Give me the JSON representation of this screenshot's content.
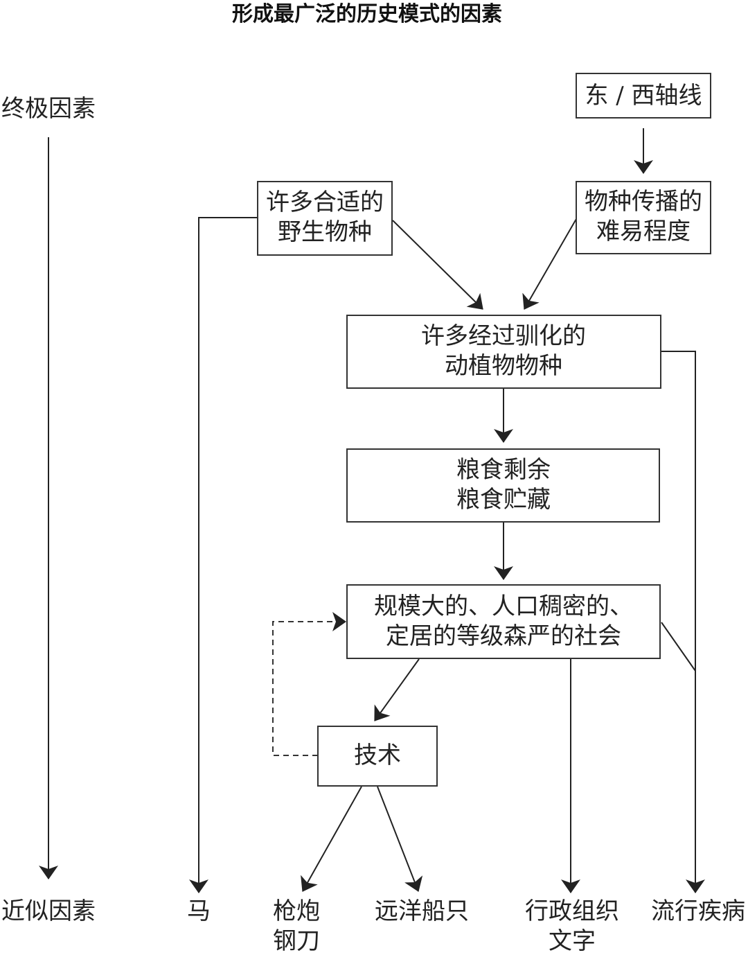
{
  "title": "形成最广泛的历史模式的因素",
  "scale": {
    "top_label": "终极因素",
    "bottom_label": "近似因素"
  },
  "nodes": {
    "east_west_axis": {
      "lines": [
        "东 / 西轴线"
      ]
    },
    "wild_species": {
      "lines": [
        "许多合适的",
        "野生物种"
      ]
    },
    "spread_ease": {
      "lines": [
        "物种传播的",
        "难易程度"
      ]
    },
    "domesticated": {
      "lines": [
        "许多经过驯化的",
        "动植物物种"
      ]
    },
    "food_surplus": {
      "lines": [
        "粮食剩余",
        "粮食贮藏"
      ]
    },
    "society": {
      "lines": [
        "规模大的、人口稠密的、",
        "定居的等级森严的社会"
      ]
    },
    "technology": {
      "lines": [
        "技术"
      ]
    }
  },
  "outcomes": {
    "horses": {
      "lines": [
        "马"
      ]
    },
    "guns_steel": {
      "lines": [
        "枪炮",
        "钢刀"
      ]
    },
    "ships": {
      "lines": [
        "远洋船只"
      ]
    },
    "government_writing": {
      "lines": [
        "行政组织",
        "文字"
      ]
    },
    "disease": {
      "lines": [
        "流行疾病"
      ]
    }
  }
}
